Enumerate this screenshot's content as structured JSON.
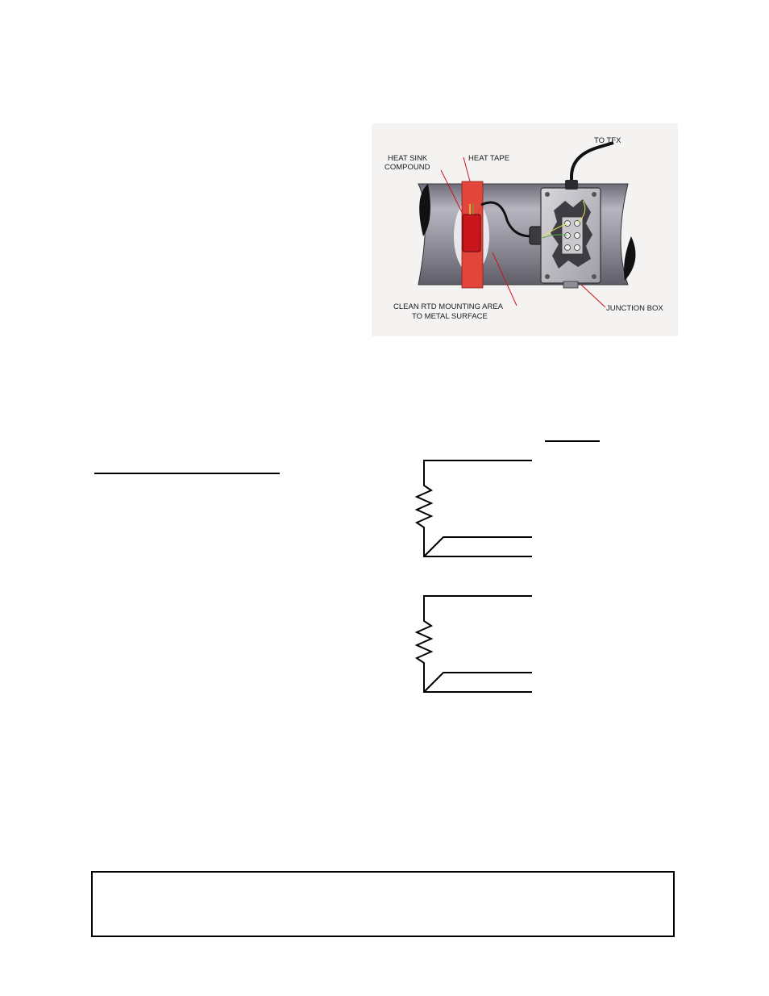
{
  "figure": {
    "callouts": {
      "heat_sink_compound_line1": "HEAT SINK",
      "heat_sink_compound_line2": "COMPOUND",
      "heat_tape": "HEAT TAPE",
      "to_tfx": "TO TFX",
      "clean_rtd_line1": "CLEAN RTD MOUNTING AREA",
      "clean_rtd_line2": "TO METAL SURFACE",
      "junction_box": "JUNCTION BOX"
    },
    "colors": {
      "pipe": "#8e8c96",
      "heat_tape": "#e2463b",
      "rtd": "#c8161c",
      "junction_box": "#b9b7bd",
      "background": "#f4f3f2"
    }
  },
  "schematics": [
    {
      "symbol": "rtd-resistor-3-wire"
    },
    {
      "symbol": "rtd-resistor-3-wire"
    }
  ]
}
